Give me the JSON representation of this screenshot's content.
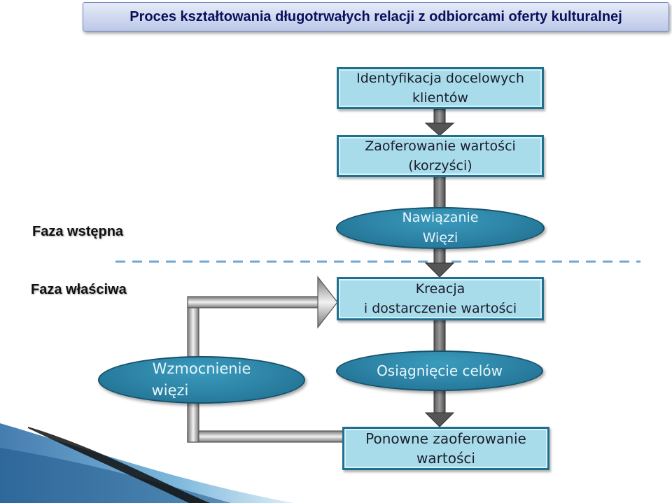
{
  "title": "Proces kształtowania długotrwałych relacji z odbiorcami oferty kulturalnej",
  "phases": {
    "initial": "Faza wstępna",
    "proper": "Faza właściwa"
  },
  "nodes": {
    "identify": {
      "line1": "Identyfikacja docelowych",
      "line2": "klientów"
    },
    "offer": {
      "line1": "Zaoferowanie wartości",
      "line2": "(korzyści)"
    },
    "bond": {
      "line1": "Nawiązanie",
      "line2": "Więzi"
    },
    "create": {
      "line1": "Kreacja",
      "line2": "i dostarczenie wartości"
    },
    "strengthen": {
      "line1": "Wzmocnienie",
      "line2": "więzi"
    },
    "goals": {
      "line1": "Osiągnięcie celów"
    },
    "reoffer": {
      "line1": "Ponowne zaoferowanie",
      "line2": "wartości"
    }
  },
  "colors": {
    "box_fill": "#a8dcea",
    "box_border": "#1f6f90",
    "ellipse_fill": "#2a7fa1",
    "arrow_fill": "#4a4a4a",
    "divider": "#6fa6d6"
  }
}
